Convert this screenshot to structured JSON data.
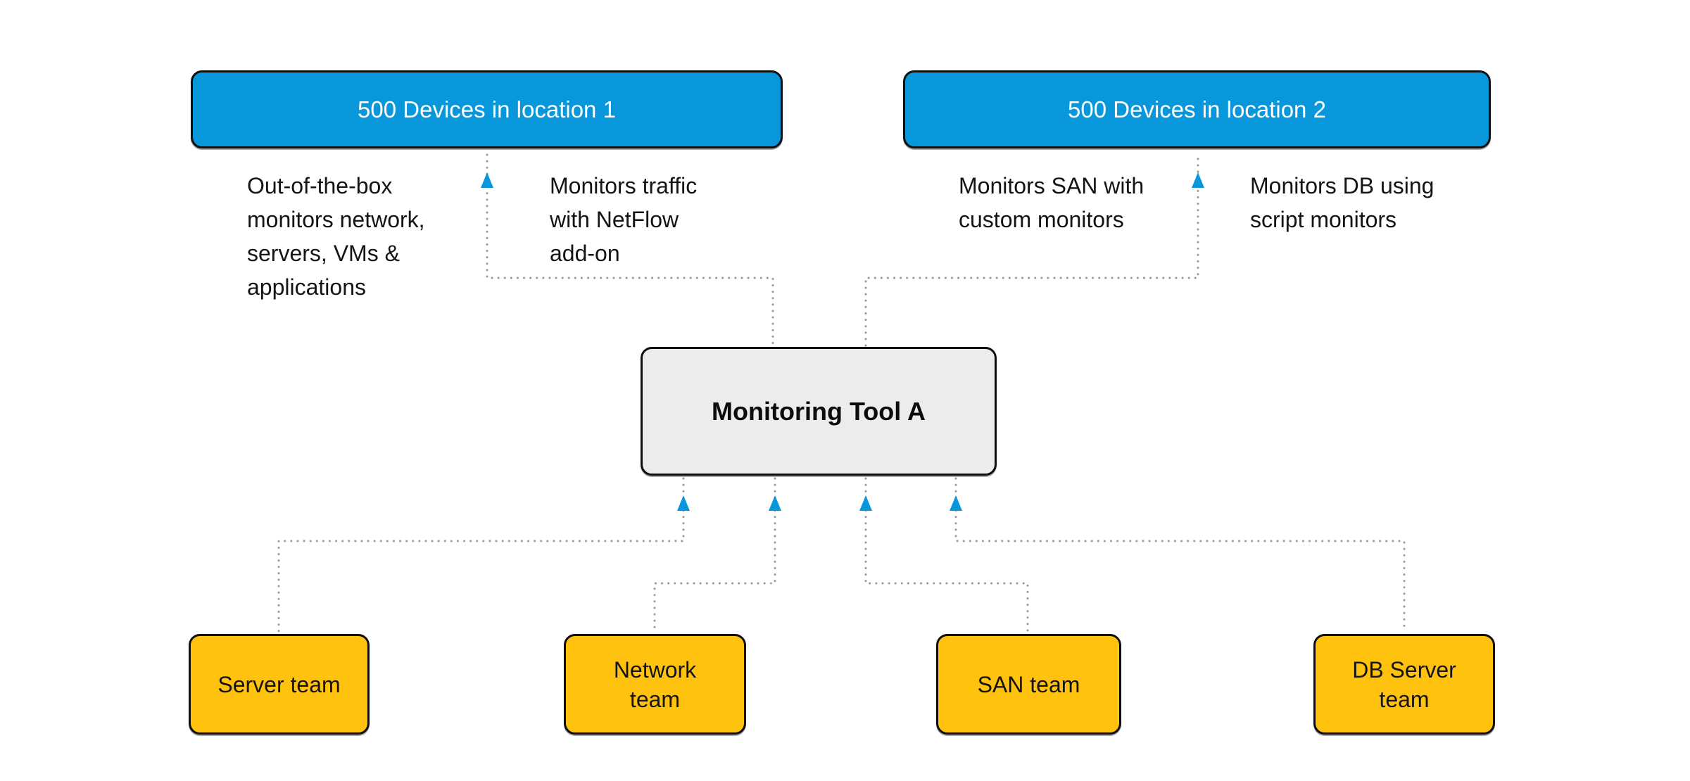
{
  "diagram": {
    "location1": {
      "label": "500 Devices in location 1"
    },
    "location2": {
      "label": "500 Devices in location 2"
    },
    "tool": {
      "label": "Monitoring Tool A"
    },
    "annotations": {
      "out_of_box": "Out-of-the-box\nmonitors network,\nservers, VMs &\napplications",
      "netflow": "Monitors traffic\nwith NetFlow\nadd-on",
      "san": "Monitors SAN with\ncustom monitors",
      "db": "Monitors DB using\nscript monitors"
    },
    "teams": [
      {
        "label": "Server team"
      },
      {
        "label": "Network\nteam"
      },
      {
        "label": "SAN team"
      },
      {
        "label": "DB Server\nteam"
      }
    ],
    "colors": {
      "device_box": "#0997dc",
      "device_text": "#ffffff",
      "team_box": "#ffc20e",
      "tool_box": "#ececec",
      "border": "#0f0f0f",
      "connector": "#9b9b9b",
      "arrow": "#0997dc",
      "text": "#141414"
    }
  }
}
